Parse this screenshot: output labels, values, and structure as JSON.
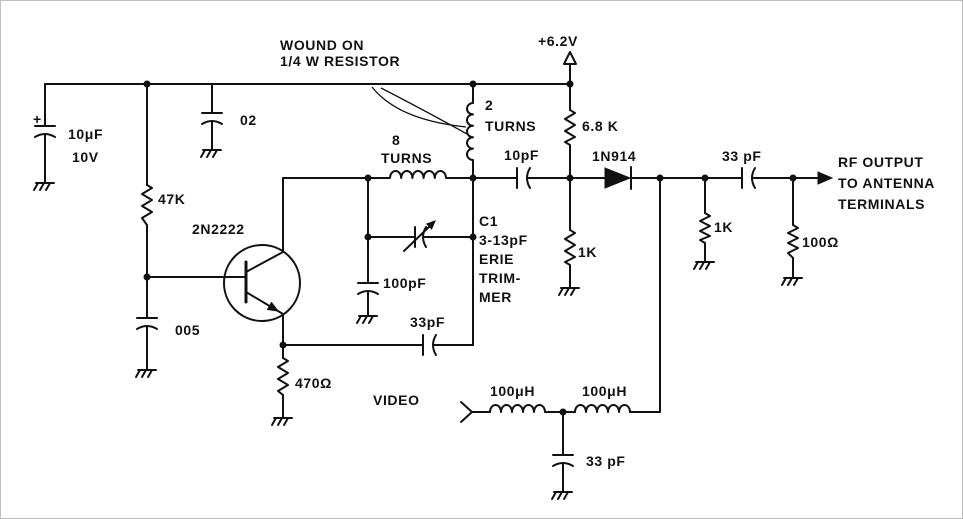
{
  "diagram": {
    "annotation": {
      "line1": "WOUND ON",
      "line2": "1/4 W RESISTOR"
    },
    "supply": "+6.2V",
    "c_10uf": {
      "polarity": "+",
      "value": "10μF",
      "voltage": "10V"
    },
    "c_02": "02",
    "l_2turns": {
      "count": "2",
      "unit": "TURNS"
    },
    "r_6k8": "6.8 K",
    "l_8turns": {
      "count": "8",
      "unit": "TURNS"
    },
    "c_10pf": "10pF",
    "diode": "1N914",
    "c_33pf_out": "33 pF",
    "output": [
      "RF OUTPUT",
      "TO ANTENNA",
      "TERMINALS"
    ],
    "r_47k": "47K",
    "transistor": "2N2222",
    "c1_trimmer": [
      "C1",
      "3-13pF",
      "ERIE",
      "TRIM-",
      "MER"
    ],
    "r_1k_a": "1K",
    "r_1k_b": "1K",
    "r_100": "100Ω",
    "c_100pf": "100pF",
    "c_005": "005",
    "c_33pf_fb": "33pF",
    "r_470": "470Ω",
    "video_in": "VIDEO",
    "l_100uh_a": "100μH",
    "l_100uh_b": "100μH",
    "c_33pf_video": "33 pF"
  },
  "colors": {
    "ink": "#111111",
    "background": "#ffffff"
  }
}
